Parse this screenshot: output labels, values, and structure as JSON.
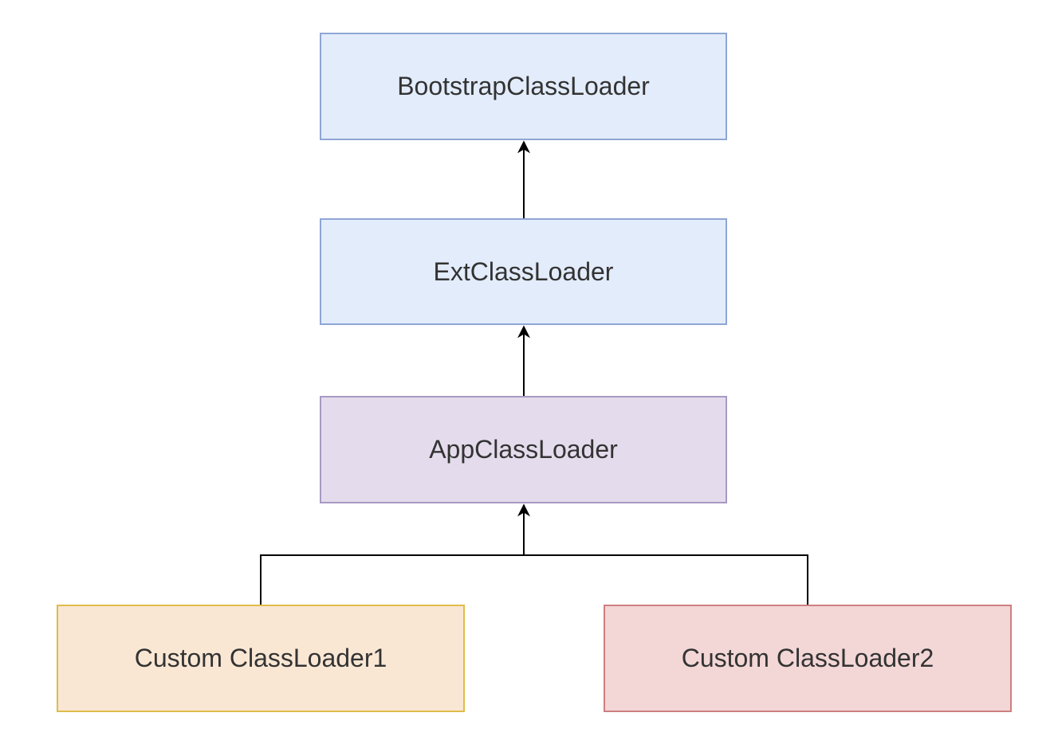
{
  "nodes": {
    "bootstrap": {
      "label": "BootstrapClassLoader",
      "fill": "#e3ecfb",
      "stroke": "#8fa6d4"
    },
    "ext": {
      "label": "ExtClassLoader",
      "fill": "#e3ecfb",
      "stroke": "#8fa6d4"
    },
    "app": {
      "label": "AppClassLoader",
      "fill": "#e4dcec",
      "stroke": "#a999c4"
    },
    "custom1": {
      "label": "Custom ClassLoader1",
      "fill": "#f9e7d4",
      "stroke": "#e0bc4a"
    },
    "custom2": {
      "label": "Custom ClassLoader2",
      "fill": "#f3d6d6",
      "stroke": "#cd7f7f"
    }
  },
  "edges": [
    {
      "from": "ext",
      "to": "bootstrap"
    },
    {
      "from": "app",
      "to": "ext"
    },
    {
      "from": "custom1",
      "to": "app"
    },
    {
      "from": "custom2",
      "to": "app"
    }
  ],
  "colors": {
    "edge": "#000000"
  }
}
